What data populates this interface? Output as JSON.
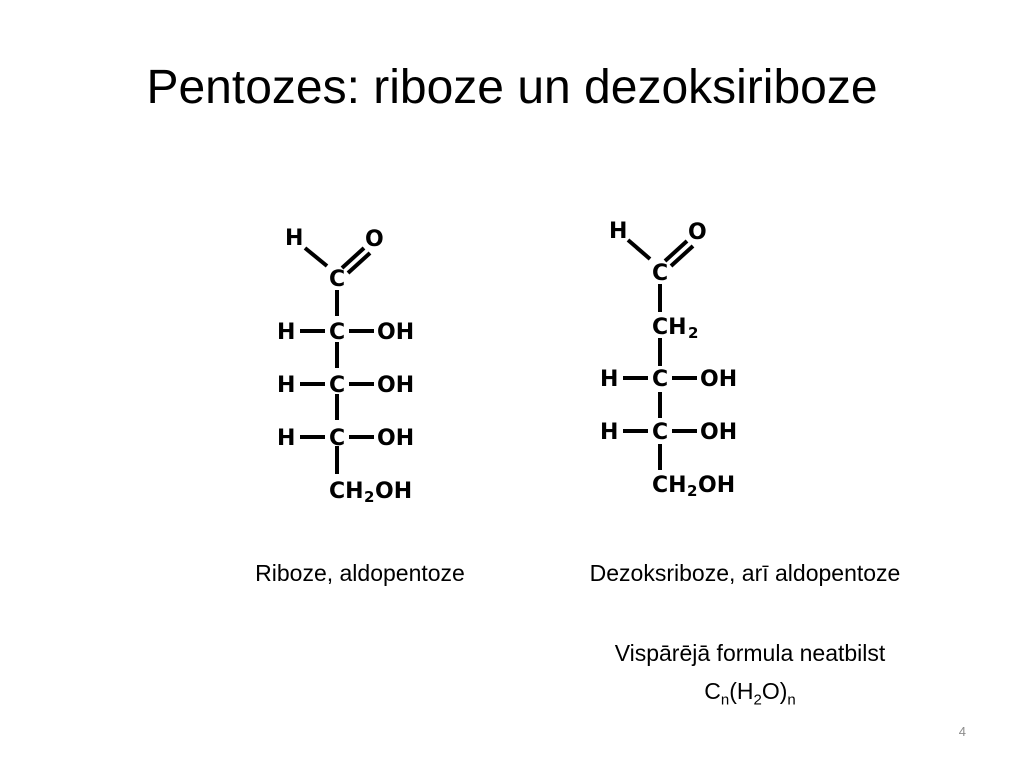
{
  "slide": {
    "title": "Pentozes: riboze un dezoksiriboze",
    "page_number": "4"
  },
  "ribose": {
    "caption": "Riboze, aldopentoze",
    "labels": {
      "h": "H",
      "o": "O",
      "c": "C",
      "oh": "OH",
      "ch2oh_ch": "CH",
      "ch2oh_2": "2",
      "ch2oh_oh": "OH"
    }
  },
  "deoxyribose": {
    "caption": "Dezoksriboze, arī aldopentoze",
    "labels": {
      "h": "H",
      "o": "O",
      "c": "C",
      "ch": "CH",
      "two": "2",
      "oh": "OH"
    }
  },
  "note": {
    "text": "Vispārējā formula neatbilst",
    "formula": {
      "c": "C",
      "n1": "n",
      "open": "(H",
      "two": "2",
      "close": "O)",
      "n2": "n"
    }
  }
}
